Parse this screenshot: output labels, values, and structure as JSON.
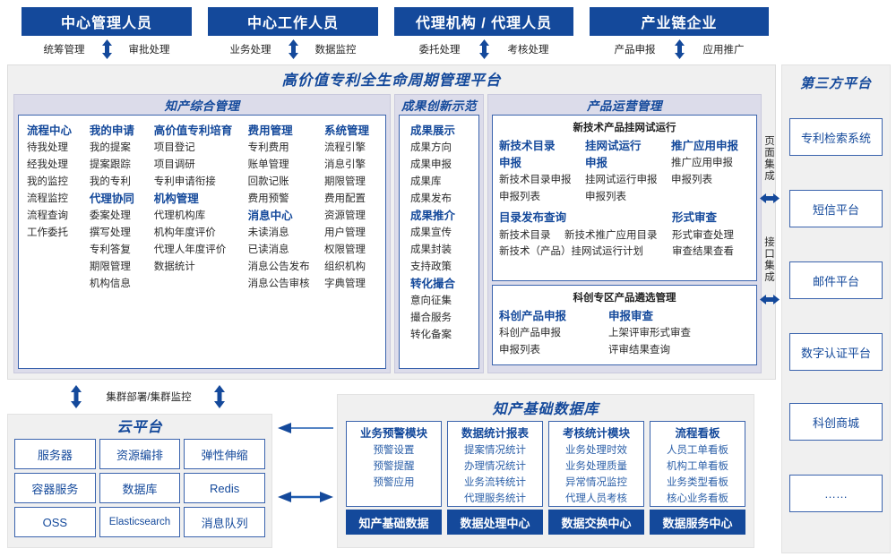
{
  "actors": [
    {
      "title": "中心管理人员",
      "left_action": "统筹管理",
      "right_action": "审批处理"
    },
    {
      "title": "中心工作人员",
      "left_action": "业务处理",
      "right_action": "数据监控"
    },
    {
      "title": "代理机构 / 代理人员",
      "left_action": "委托处理",
      "right_action": "考核处理"
    },
    {
      "title": "产业链企业",
      "left_action": "产品申报",
      "right_action": "应用推广"
    }
  ],
  "platform": {
    "title": "高价值专利全生命周期管理平台"
  },
  "groups": {
    "ip_management": {
      "title": "知产综合管理",
      "columns": [
        {
          "blocks": [
            {
              "head": "流程中心",
              "items": [
                "待我处理",
                "经我处理",
                "我的监控",
                "流程监控",
                "流程查询",
                "工作委托"
              ]
            }
          ]
        },
        {
          "blocks": [
            {
              "head": "我的申请",
              "items": [
                "我的提案",
                "提案跟踪",
                "我的专利"
              ]
            },
            {
              "head": "代理协同",
              "items": [
                "委案处理",
                "撰写处理",
                "专利答复",
                "期限管理",
                "机构信息"
              ]
            }
          ]
        },
        {
          "blocks": [
            {
              "head": "高价值专利培育",
              "items": [
                "项目登记",
                "项目调研",
                "专利申请衔接"
              ]
            },
            {
              "head": "机构管理",
              "items": [
                "代理机构库",
                "机构年度评价",
                "代理人年度评价",
                "数据统计"
              ]
            }
          ]
        },
        {
          "blocks": [
            {
              "head": "费用管理",
              "items": [
                "专利费用",
                "账单管理",
                "回款记账",
                "费用预警"
              ]
            },
            {
              "head": "消息中心",
              "items": [
                "未读消息",
                "已读消息",
                "消息公告发布",
                "消息公告审核"
              ]
            }
          ]
        },
        {
          "blocks": [
            {
              "head": "系统管理",
              "items": [
                "流程引擎",
                "消息引擎",
                "期限管理",
                "费用配置",
                "资源管理",
                "用户管理",
                "权限管理",
                "组织机构",
                "字典管理"
              ]
            }
          ]
        }
      ]
    },
    "achievement": {
      "title": "成果创新示范",
      "blocks": [
        {
          "head": "成果展示",
          "items": [
            "成果方向",
            "成果申报",
            "成果库",
            "成果发布"
          ]
        },
        {
          "head": "成果推介",
          "items": [
            "成果宣传",
            "成果封装",
            "支持政策"
          ]
        },
        {
          "head": "转化撮合",
          "items": [
            "意向征集",
            "撮合服务",
            "转化备案"
          ]
        }
      ]
    },
    "product_ops": {
      "title": "产品运营管理",
      "panel_a": {
        "caption": "新技术产品挂网试运行",
        "columns": [
          {
            "head": "新技术目录\n申报",
            "items": [
              "新技术目录申报",
              "申报列表"
            ]
          },
          {
            "head": "挂网试运行\n申报",
            "items": [
              "挂网试运行申报",
              "申报列表"
            ]
          },
          {
            "head": "推广应用申报",
            "items": [
              "推广应用申报",
              "申报列表"
            ]
          }
        ],
        "row2": {
          "left_head": "目录发布查询",
          "left_items": [
            "新技术目录",
            "新技术推广应用目录",
            "新技术（产品）挂网试运行计划"
          ],
          "right_head": "形式审查",
          "right_items": [
            "形式审查处理",
            "审查结果查看"
          ]
        }
      },
      "panel_b": {
        "caption": "科创专区产品遴选管理",
        "columns": [
          {
            "head": "科创产品申报",
            "items": [
              "科创产品申报",
              "申报列表"
            ]
          },
          {
            "head": "申报审查",
            "items": [
              "上架评审形式审查",
              "评审结果查询"
            ]
          }
        ]
      }
    }
  },
  "integration": {
    "page_label": "页面集成",
    "api_label": "接口集成"
  },
  "third_party": {
    "title": "第三方平台",
    "items": [
      "专利检索系统",
      "短信平台",
      "邮件平台",
      "数字认证平台",
      "科创商城",
      "……"
    ]
  },
  "cloud": {
    "cluster_label": "集群部署/集群监控",
    "title": "云平台",
    "cells": [
      "服务器",
      "资源编排",
      "弹性伸缩",
      "容器服务",
      "数据库",
      "Redis",
      "OSS",
      "Elasticsearch",
      "消息队列"
    ]
  },
  "database": {
    "title": "知产基础数据库",
    "columns": [
      {
        "head": "业务预警模块",
        "items": [
          "预警设置",
          "预警提醒",
          "预警应用"
        ],
        "foot": "知产基础数据"
      },
      {
        "head": "数据统计报表",
        "items": [
          "提案情况统计",
          "办理情况统计",
          "业务流转统计",
          "代理服务统计"
        ],
        "foot": "数据处理中心"
      },
      {
        "head": "考核统计模块",
        "items": [
          "业务处理时效",
          "业务处理质量",
          "异常情况监控",
          "代理人员考核"
        ],
        "foot": "数据交换中心"
      },
      {
        "head": "流程看板",
        "items": [
          "人员工单看板",
          "机构工单看板",
          "业务类型看板",
          "核心业务看板"
        ],
        "foot": "数据服务中心"
      }
    ]
  },
  "colors": {
    "brand_dark": "#14499b",
    "brand_mid": "#3a63ad",
    "panel_header": "#dcdcea",
    "shell_bg": "#f0f0f0"
  }
}
